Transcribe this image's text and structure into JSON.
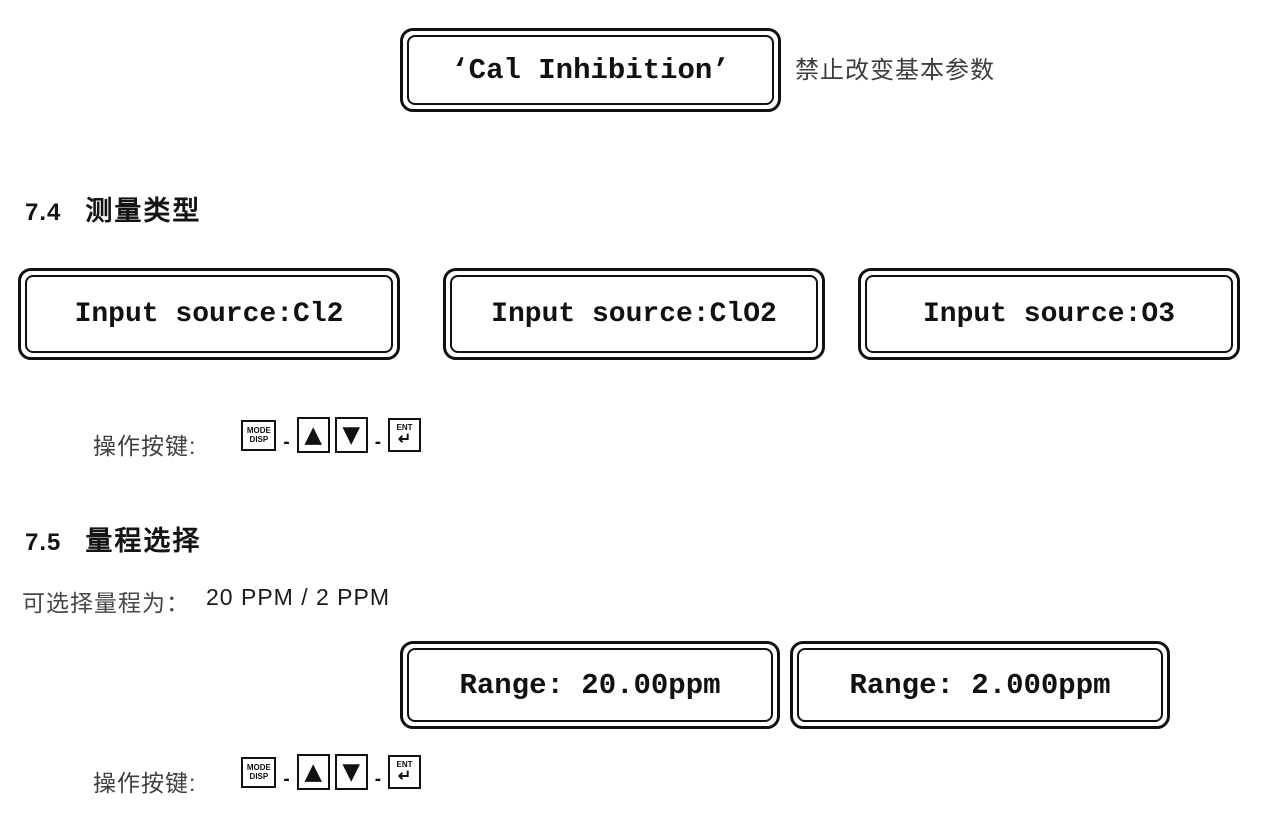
{
  "colors": {
    "ink": "#111111",
    "background": "#ffffff"
  },
  "top": {
    "lcd": "‘Cal Inhibition’",
    "note": "禁止改变基本参数"
  },
  "section_74": {
    "number": "7.4",
    "title": "测量类型",
    "lcds": [
      "Input source:Cl2",
      "Input source:ClO2",
      "Input source:O3"
    ]
  },
  "keys": {
    "label": "操作按键:",
    "mode_top": "MODE",
    "mode_bottom": "DISP",
    "up": "▲",
    "down": "▼",
    "ent_top": "ENT",
    "ent_symbol": "↵",
    "dash": "-"
  },
  "section_75": {
    "number": "7.5",
    "title": "量程选择",
    "range_label": "可选择量程为：",
    "range_value": "20 PPM / 2 PPM",
    "lcds": [
      "Range: 20.00ppm",
      "Range: 2.000ppm"
    ]
  }
}
